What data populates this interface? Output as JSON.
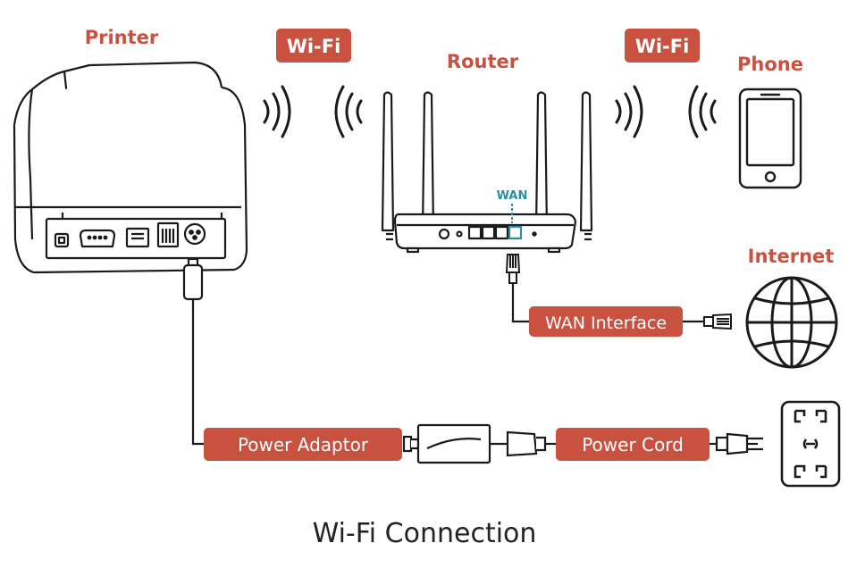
{
  "labels": {
    "printer": "Printer",
    "router": "Router",
    "phone": "Phone",
    "internet": "Internet",
    "wan": "WAN"
  },
  "pills": {
    "wifi_left": "Wi-Fi",
    "wifi_right": "Wi-Fi",
    "wan_interface": "WAN Interface",
    "power_adaptor": "Power Adaptor",
    "power_cord": "Power Cord"
  },
  "caption": "Wi-Fi Connection",
  "colors": {
    "accent": "#c9513f",
    "wan_teal": "#2a8fa3",
    "line": "#1a1a1a",
    "caption": "#222222"
  },
  "icons": [
    "printer-icon",
    "router-icon",
    "phone-icon",
    "globe-icon",
    "wall-socket-icon",
    "wifi-wave-icon",
    "ethernet-plug-icon",
    "power-adaptor-icon",
    "power-plug-icon"
  ]
}
